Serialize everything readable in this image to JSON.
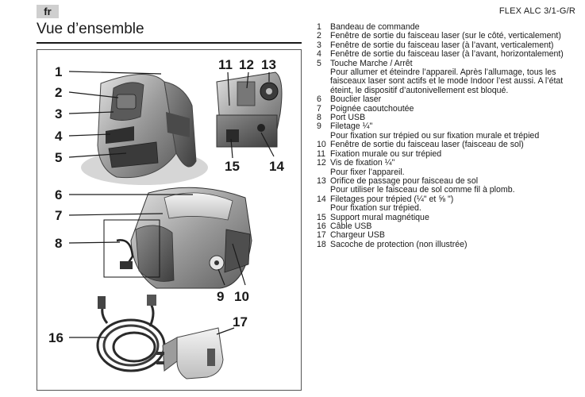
{
  "header": {
    "lang": "fr",
    "model": "FLEX ALC 3/1-G/R",
    "title": "Vue d’ensemble"
  },
  "callouts": [
    "1",
    "2",
    "3",
    "4",
    "5",
    "6",
    "7",
    "8",
    "9",
    "10",
    "11",
    "12",
    "13",
    "14",
    "15",
    "16",
    "17"
  ],
  "legend": [
    {
      "num": "1",
      "label": "Bandeau de commande",
      "desc": ""
    },
    {
      "num": "2",
      "label": "Fenêtre de sortie du faisceau laser (sur le côté, verticalement)",
      "desc": ""
    },
    {
      "num": "3",
      "label": "Fenêtre de sortie du faisceau laser (à l’avant, verticalement)",
      "desc": ""
    },
    {
      "num": "4",
      "label": "Fenêtre de sortie du faisceau laser (à l’avant, horizontalement)",
      "desc": ""
    },
    {
      "num": "5",
      "label": "Touche Marche / Arrêt",
      "desc": "Pour allumer et éteindre l’appareil. Après l’allumage, tous les faisceaux laser sont actifs et le mode Indoor l’est aussi. A l’état éteint, le dispositif d’autonivellement est bloqué."
    },
    {
      "num": "6",
      "label": "Bouclier laser",
      "desc": ""
    },
    {
      "num": "7",
      "label": "Poignée caoutchoutée",
      "desc": ""
    },
    {
      "num": "8",
      "label": "Port USB",
      "desc": ""
    },
    {
      "num": "9",
      "label": "Filetage ¼\"",
      "desc": "Pour fixation sur trépied ou sur fixation murale et trépied"
    },
    {
      "num": "10",
      "label": "Fenêtre de sortie du faisceau laser (faisceau de sol)",
      "desc": ""
    },
    {
      "num": "11",
      "label": "Fixation murale ou sur trépied",
      "desc": ""
    },
    {
      "num": "12",
      "label": "Vis de fixation ¼\"",
      "desc": "Pour fixer l’appareil."
    },
    {
      "num": "13",
      "label": "Orifice de passage pour faisceau de sol",
      "desc": "Pour utiliser le faisceau de sol comme fil à plomb."
    },
    {
      "num": "14",
      "label": "Filetages pour trépied (¼\" et ⅝ \")",
      "desc": "Pour fixation sur trépied."
    },
    {
      "num": "15",
      "label": "Support mural magnétique",
      "desc": ""
    },
    {
      "num": "16",
      "label": "Câble USB",
      "desc": ""
    },
    {
      "num": "17",
      "label": "Chargeur USB",
      "desc": ""
    },
    {
      "num": "18",
      "label": "Sacoche de protection (non illustrée)",
      "desc": ""
    }
  ]
}
